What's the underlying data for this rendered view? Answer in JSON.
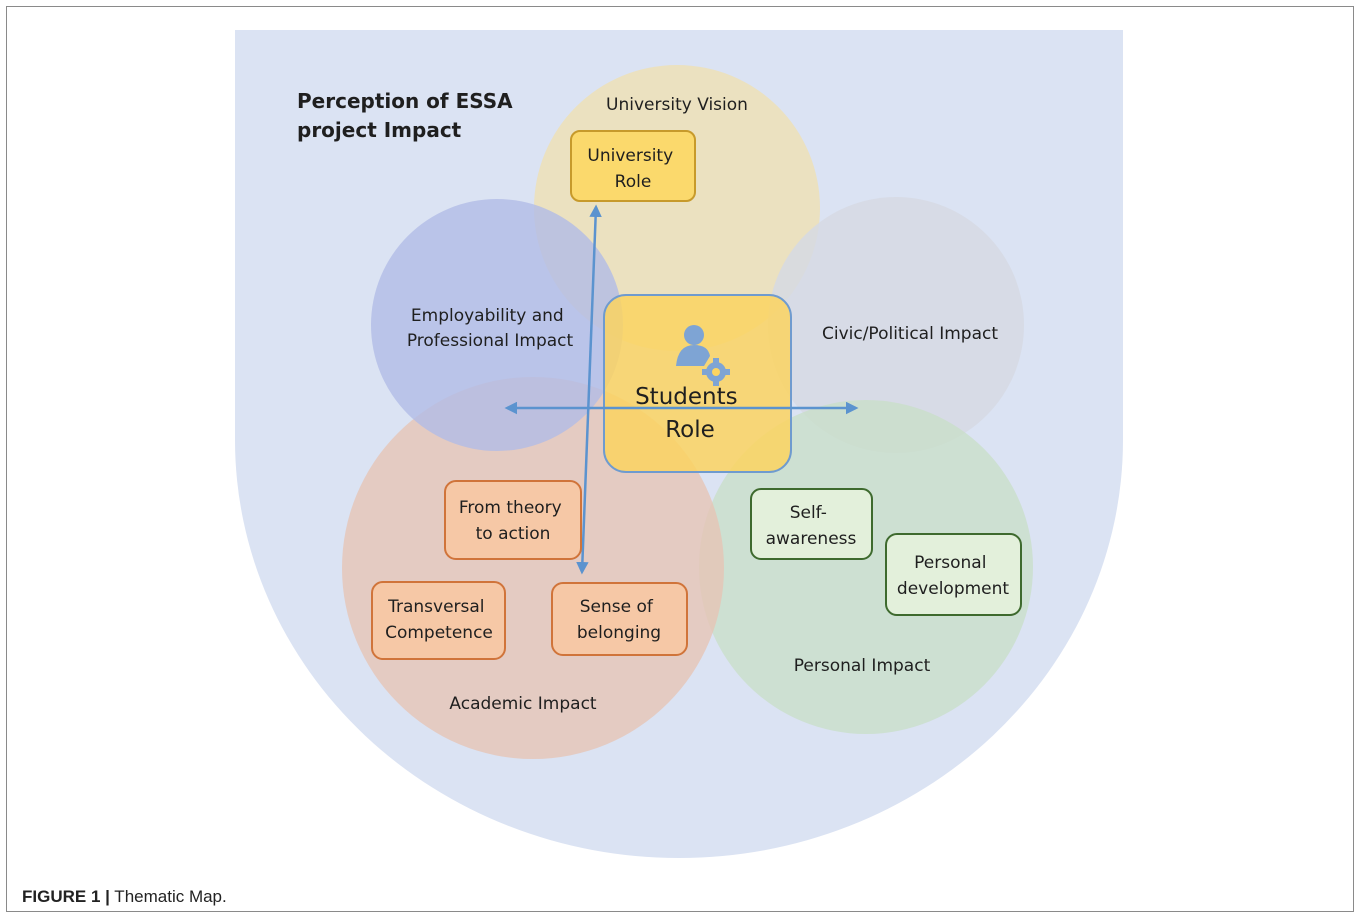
{
  "title_lines": [
    "Perception of ESSA",
    "project Impact"
  ],
  "circles": {
    "university_vision": "University Vision",
    "employability_lines": [
      "Employability and",
      "Professional Impact"
    ],
    "civic": "Civic/Political Impact",
    "academic": "Academic Impact",
    "personal": "Personal Impact"
  },
  "center": {
    "lines": [
      "Students",
      "Role"
    ],
    "icon": "student-gear-icon"
  },
  "boxes": {
    "university_role": [
      "University",
      "Role"
    ],
    "from_theory": [
      "From theory",
      "to action"
    ],
    "transversal": [
      "Transversal",
      "Competence"
    ],
    "sense_belonging": [
      "Sense of",
      "belonging"
    ],
    "self_awareness": [
      "Self-",
      "awareness"
    ],
    "personal_development": [
      "Personal",
      "development"
    ]
  },
  "caption": {
    "label": "FIGURE 1 |",
    "text": " Thematic Map."
  },
  "colors": {
    "background_shape": "#dbe3f3",
    "university_vision": "#efe0b3",
    "employability": "#b2bbe6",
    "civic": "#d6d9e3",
    "academic": "#e6c4b5",
    "personal": "#c9dfc9",
    "center_fill": "#fcd460",
    "center_border": "#6f9bcf",
    "arrow": "#5b93cf",
    "orange_box": "#f6c8a6",
    "orange_border": "#d0743a",
    "yellow_box": "#fbd96c",
    "yellow_border": "#c79a2b",
    "green_box": "#e3f0db",
    "green_border": "#3e6a2e"
  }
}
